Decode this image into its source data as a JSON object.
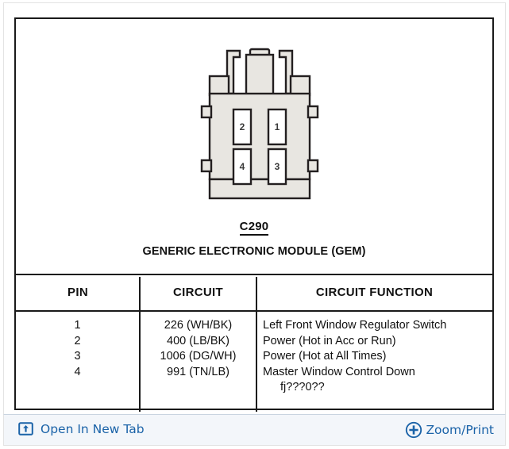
{
  "document": {
    "connector_id": "C290",
    "module_name": "GENERIC ELECTRONIC MODULE (GEM)",
    "connector": {
      "name": "4-way-connector",
      "pins": [
        {
          "number": "1",
          "position": "top-right"
        },
        {
          "number": "2",
          "position": "top-left"
        },
        {
          "number": "3",
          "position": "bottom-right"
        },
        {
          "number": "4",
          "position": "bottom-left"
        }
      ]
    },
    "table": {
      "headers": [
        "PIN",
        "CIRCUIT",
        "CIRCUIT FUNCTION"
      ],
      "rows": [
        {
          "pin": "1",
          "circuit": "226 (WH/BK)",
          "function": "Left Front Window Regulator Switch"
        },
        {
          "pin": "2",
          "circuit": "400 (LB/BK)",
          "function": "Power (Hot in Acc or Run)"
        },
        {
          "pin": "3",
          "circuit": "1006 (DG/WH)",
          "function": "Power (Hot at All Times)"
        },
        {
          "pin": "4",
          "circuit": "991 (TN/LB)",
          "function": "Master Window Control Down"
        }
      ],
      "function_extra_line": "fj???0??"
    }
  },
  "toolbar": {
    "open_in_new_tab_label": "Open In New Tab",
    "open_in_new_tab_icon": "external-link-icon",
    "zoom_print_label": "Zoom/Print",
    "zoom_print_icon": "plus-circle-icon",
    "link_color": "#1b63a8",
    "background_color": "#f3f6fa"
  },
  "colors": {
    "connector_fill": "#e8e6e1",
    "connector_stroke": "#231f20",
    "pin_fill": "#ffffff",
    "document_border": "#1a1a1a",
    "page_background": "#ffffff"
  }
}
